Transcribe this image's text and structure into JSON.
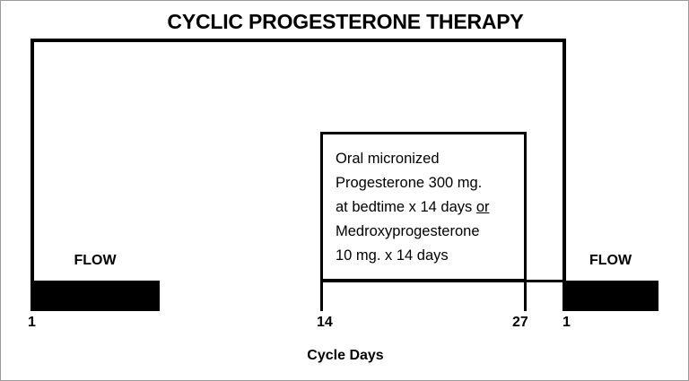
{
  "figure": {
    "title": "CYCLIC PROGESTERONE THERAPY",
    "axis_caption": "Cycle Days",
    "colors": {
      "ink": "#000000",
      "background": "#ffffff",
      "frame": "#9b9b9b"
    }
  },
  "treatment_box": {
    "lines": [
      "Oral micronized",
      "Progesterone 300 mg.",
      "at bedtime x 14 days ",
      "Medroxyprogesterone",
      "10 mg. x 14 days"
    ],
    "line3_prefix": "at bedtime x 14 days ",
    "line3_underlined": "or",
    "full_text": "Oral micronized Progesterone 300 mg. at bedtime x 14 days or Medroxyprogesterone 10 mg. x 14 days"
  },
  "flow_bars": [
    {
      "label": "FLOW",
      "start_day": "1",
      "side": "left"
    },
    {
      "label": "FLOW",
      "start_day": "1",
      "side": "right"
    }
  ],
  "axis": {
    "ticks": [
      {
        "label": "14",
        "day": 14
      },
      {
        "label": "27",
        "day": 27
      },
      {
        "label": "1",
        "day": 1
      }
    ]
  },
  "day_labels": {
    "cycle_start_left": "1",
    "treatment_start": "14",
    "treatment_end": "27",
    "cycle_start_next": "1"
  }
}
